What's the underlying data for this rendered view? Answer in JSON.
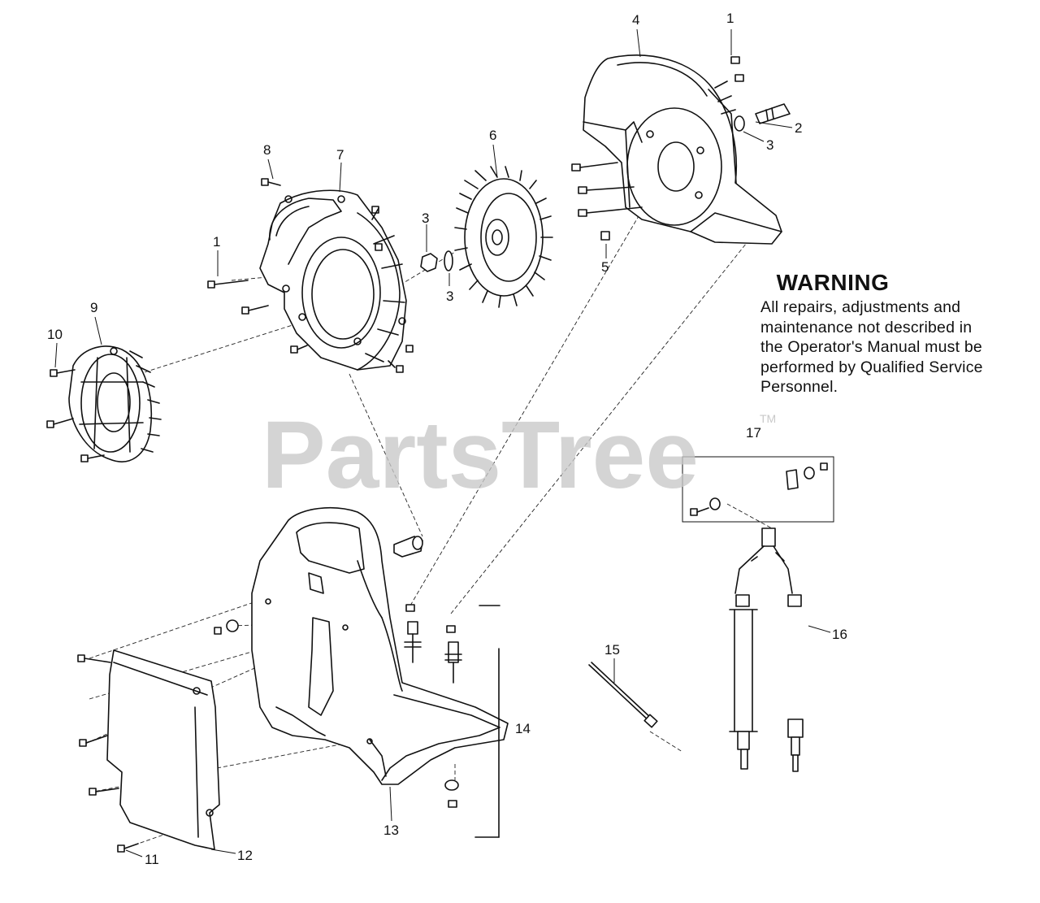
{
  "watermark": {
    "brand": "PartsTree",
    "trademark": "TM"
  },
  "warning": {
    "title": "WARNING",
    "lines": [
      "All repairs, adjustments and",
      "maintenance not described in",
      "the Operator's Manual must be",
      "performed by Qualified Service",
      "Personnel."
    ]
  },
  "callouts": {
    "c1_top": "1",
    "c2": "2",
    "c3_right": "3",
    "c4": "4",
    "c5": "5",
    "c6": "6",
    "c7": "7",
    "c8": "8",
    "c3_mid_top": "3",
    "c3_mid_bottom": "3",
    "c1_left": "1",
    "c9": "9",
    "c10": "10",
    "c11": "11",
    "c12": "12",
    "c13": "13",
    "c14": "14",
    "c15": "15",
    "c16": "16",
    "c17": "17"
  }
}
